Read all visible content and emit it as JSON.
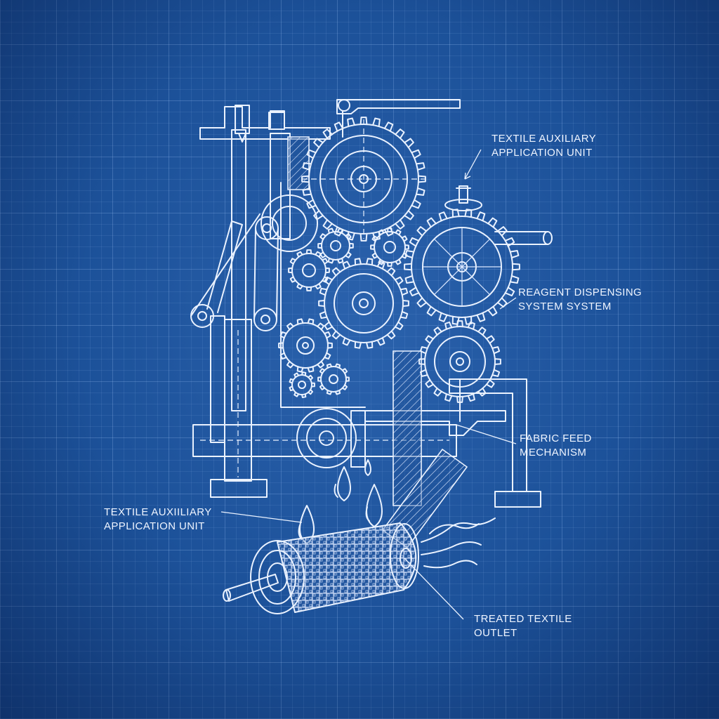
{
  "labels": {
    "top_right": {
      "line1": "TEXTILE AUXILIARY",
      "line2": "APPLICATION UNIT"
    },
    "right_middle": {
      "line1": "REAGENT DISPENSING",
      "line2": "SYSTEM SYSTEM"
    },
    "right_lower": {
      "line1": "FABRIC FEED",
      "line2": "MECHANISM"
    },
    "left_lower": {
      "line1": "TEXTILE AUXIILIARY",
      "line2": "APPLICATION UNIT"
    },
    "bottom": {
      "line1": "TREATED TEXTILE",
      "line2": "OUTLET"
    }
  },
  "colors": {
    "background": "#1c5199",
    "ink": "#eaf2ff"
  }
}
